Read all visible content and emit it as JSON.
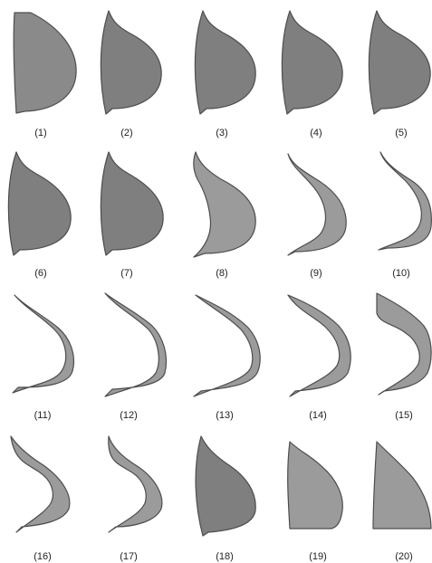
{
  "figure": {
    "labels": [
      "(1)",
      "(2)",
      "(3)",
      "(4)",
      "(5)",
      "(6)",
      "(7)",
      "(8)",
      "(9)",
      "(10)",
      "(11)",
      "(12)",
      "(13)",
      "(14)",
      "(15)",
      "(16)",
      "(17)",
      "(18)",
      "(19)",
      "(20)"
    ],
    "colors": {
      "dark_fill": "#7f7f7f",
      "light_fill": "#9b9b9b",
      "outline": "#4d4d4d",
      "text": "#222222"
    }
  }
}
